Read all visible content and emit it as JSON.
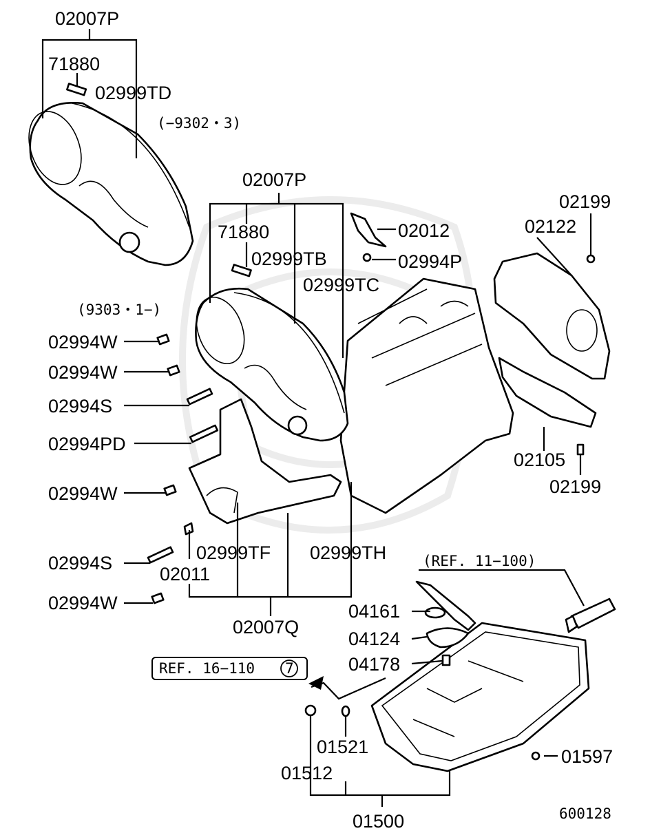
{
  "diagram": {
    "labels": {
      "p02007P_top": "02007P",
      "p71880_top": "71880",
      "p02999TD": "02999TD",
      "note_9302": "(−9302・3)",
      "p02007P_mid": "02007P",
      "p71880_mid": "71880",
      "p02999TB": "02999TB",
      "p02999TC": "02999TC",
      "p02012": "02012",
      "p02994P": "02994P",
      "p02199_top": "02199",
      "p02122": "02122",
      "note_9303": "(9303・1−)",
      "p02994W_1": "02994W",
      "p02994W_2": "02994W",
      "p02994S_1": "02994S",
      "p02994PD": "02994PD",
      "p02994W_3": "02994W",
      "p02105": "02105",
      "p02199_bot": "02199",
      "p02994S_2": "02994S",
      "p02011": "02011",
      "p02999TF": "02999TF",
      "p02999TH": "02999TH",
      "ref_11_100": "(REF. 11−100)",
      "p02994W_4": "02994W",
      "p02007Q": "02007Q",
      "p04161": "04161",
      "p04124": "04124",
      "ref_16_110": "REF. 16−110",
      "ref_16_110_circle": "7",
      "p04178": "04178",
      "p01521": "01521",
      "p01597": "01597",
      "p01512": "01512",
      "p01500": "01500",
      "diagram_id": "600128"
    }
  }
}
